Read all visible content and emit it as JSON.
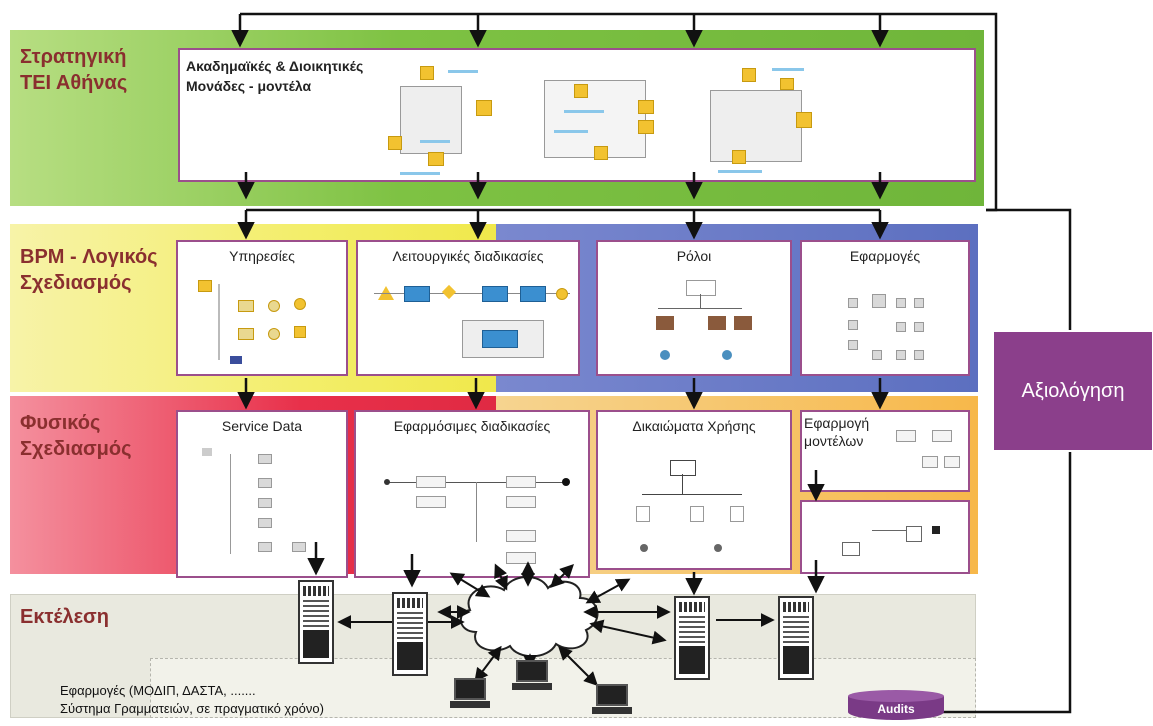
{
  "bands": {
    "strategy": {
      "label_line1": "Στρατηγική",
      "label_line2": "ΤΕΙ Αθήνας"
    },
    "bpm": {
      "label_line1": "BPM - Λογικός",
      "label_line2": "Σχεδιασμός"
    },
    "physical": {
      "label_line1": "Φυσικός",
      "label_line2": "Σχεδιασμός"
    },
    "execution": {
      "label": "Εκτέλεση"
    }
  },
  "strategy_box": {
    "title_line1": "Ακαδημαϊκές & Διοικητικές",
    "title_line2": "Μονάδες - μοντέλα"
  },
  "bpm_boxes": [
    {
      "title": "Υπηρεσίες"
    },
    {
      "title": "Λειτουργικές διαδικασίες"
    },
    {
      "title": "Ρόλοι"
    },
    {
      "title": "Εφαρμογές"
    }
  ],
  "physical_boxes": [
    {
      "title": "Service Data"
    },
    {
      "title": "Εφαρμόσιμες διαδικασίες"
    },
    {
      "title": "Δικαιώματα Χρήσης"
    },
    {
      "title_line1": "Εφαρμογή",
      "title_line2": "μοντέλων"
    }
  ],
  "evaluation": {
    "label": "Αξιολόγηση"
  },
  "audits": {
    "label": "Audits"
  },
  "execution_note": {
    "line1": "Εφαρμογές (ΜΟΔΙΠ, ΔΑΣΤΑ, .......",
    "line2": "Σύστημα Γραμματειών, σε πραγματικό χρόνο)"
  },
  "colors": {
    "strategy_band": "#7ec243",
    "bpm_band": "#f3ee6a",
    "bpm_blue_overlay": "#5c6fc0",
    "physical_band": "#e8304a",
    "physical_orange": "#f7b84a",
    "execution_band": "#e6e6dc",
    "evaluation_box": "#8b3f8b",
    "audits": "#7a3a86",
    "label_text": "#8a2f2f",
    "box_border": "#9b4f8c"
  }
}
